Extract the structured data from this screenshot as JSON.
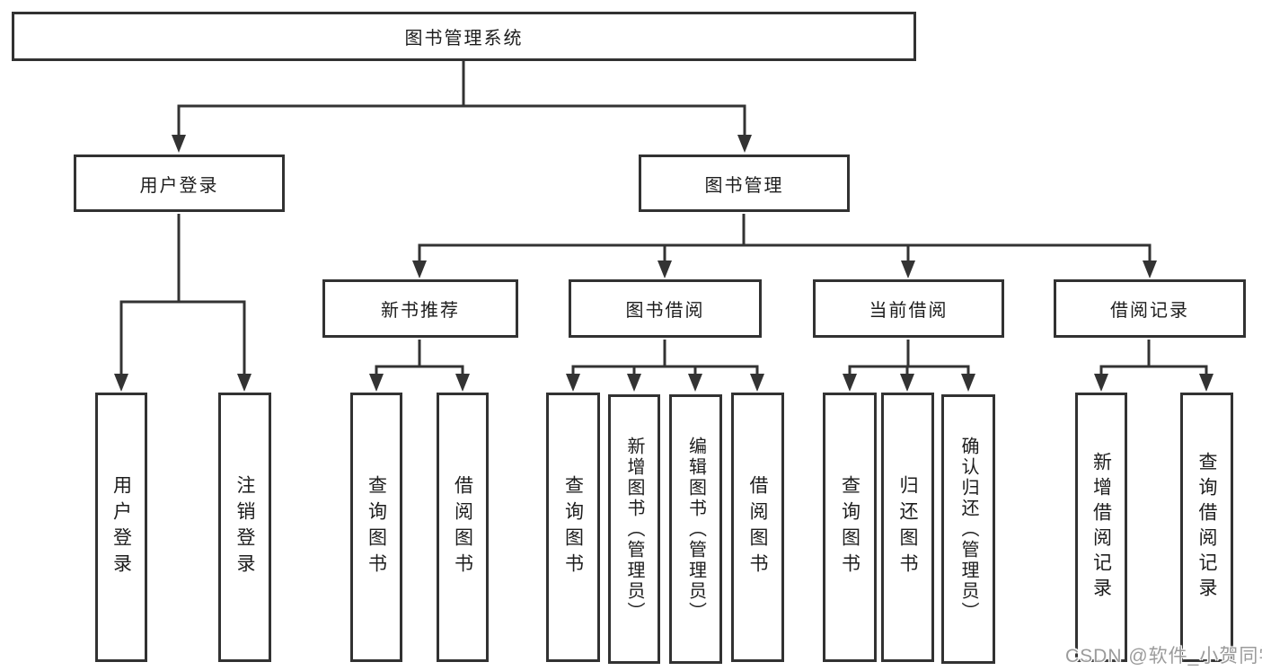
{
  "tree": {
    "label": "图书管理系统",
    "children": [
      {
        "label": "用户登录",
        "children": [
          {
            "label": "用户登录"
          },
          {
            "label": "注销登录"
          }
        ]
      },
      {
        "label": "图书管理",
        "children": [
          {
            "label": "新书推荐",
            "children": [
              {
                "label": "查询图书"
              },
              {
                "label": "借阅图书"
              }
            ]
          },
          {
            "label": "图书借阅",
            "children": [
              {
                "label": "查询图书"
              },
              {
                "label": "新增图书（管理员）"
              },
              {
                "label": "编辑图书（管理员）"
              },
              {
                "label": "借阅图书"
              }
            ]
          },
          {
            "label": "当前借阅",
            "children": [
              {
                "label": "查询图书"
              },
              {
                "label": "归还图书"
              },
              {
                "label": "确认归还（管理员）"
              }
            ]
          },
          {
            "label": "借阅记录",
            "children": [
              {
                "label": "新增借阅记录"
              },
              {
                "label": "查询借阅记录"
              }
            ]
          }
        ]
      }
    ]
  },
  "watermark": {
    "text": "CSDN @软件_小贺同学"
  },
  "colors": {
    "line": "#333333",
    "box_border": "#323232",
    "text": "#1d1d1d",
    "background": "#ffffff",
    "watermark": "#9b9b9b"
  }
}
